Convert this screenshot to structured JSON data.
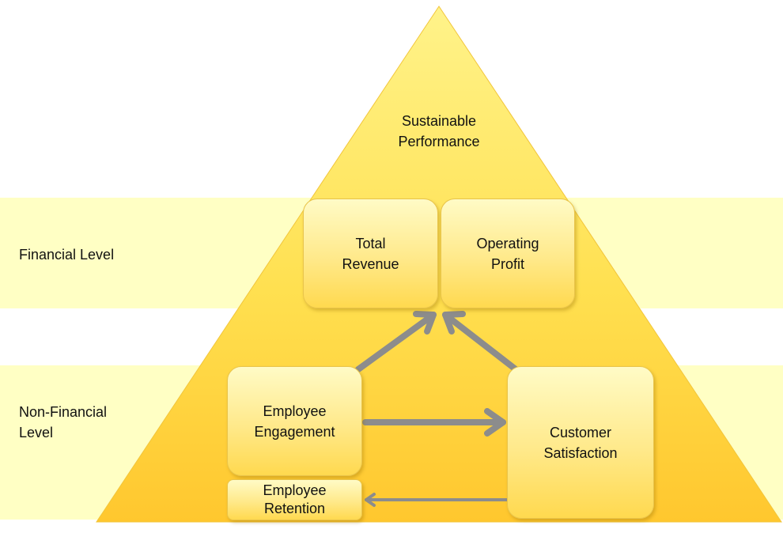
{
  "apex_label": "Sustainable\nPerformance",
  "levels": {
    "financial": "Financial Level",
    "non_financial": "Non-Financial\nLevel"
  },
  "boxes": {
    "total_revenue": "Total\nRevenue",
    "operating_profit": "Operating\nProfit",
    "employee_engagement": "Employee\nEngagement",
    "customer_satisfaction": "Customer\nSatisfaction",
    "employee_retention": "Employee\nRetention"
  },
  "colors": {
    "band": "#ffffc4",
    "pyramid_top": "#fff07a",
    "pyramid_bottom": "#ffc93a",
    "arrow": "#8c8c8c"
  }
}
